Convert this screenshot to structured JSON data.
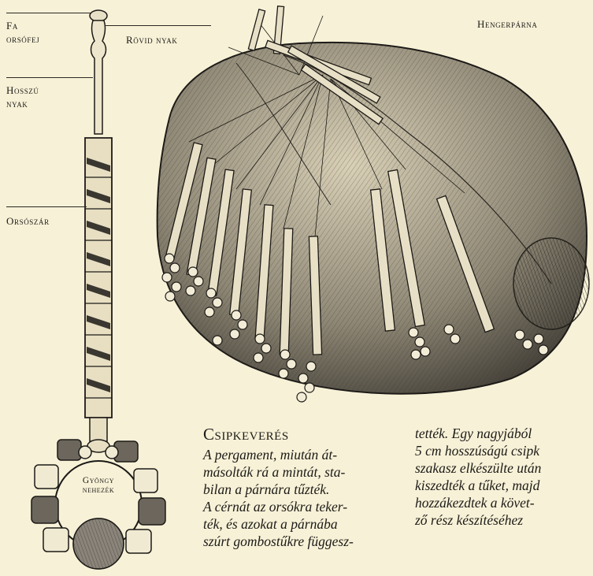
{
  "labels": {
    "fa_orsofej": [
      "Fa",
      "orsófej"
    ],
    "rovid_nyak": "Rövid nyak",
    "hosszu_nyak": [
      "Hosszú",
      "nyak"
    ],
    "orsoszar": "Orsószár",
    "gyongy_nehezek": [
      "Gyöngy",
      "nehezék"
    ],
    "hengerparna": "Hengerpárna"
  },
  "article": {
    "heading": "Csipkeverés",
    "column1": [
      "A pergament, miután át-",
      "másolták rá a mintát, sta-",
      "bilan a párnára tűzték.",
      "A cérnát az orsókra teker-",
      "ték, és azokat a párnába",
      "szúrt gombostűkre függesz-"
    ],
    "column2": [
      "tették. Egy nagyjából",
      "5 cm hosszúságú csipk",
      "szakasz elkészülte után",
      "kiszedték a tűket, majd",
      "hozzákezdtek a követ-",
      "ző rész készítéséhez"
    ]
  },
  "colors": {
    "background": "#f7f1d7",
    "ink": "#1c1a17",
    "bead_fill": "#8a847a"
  }
}
